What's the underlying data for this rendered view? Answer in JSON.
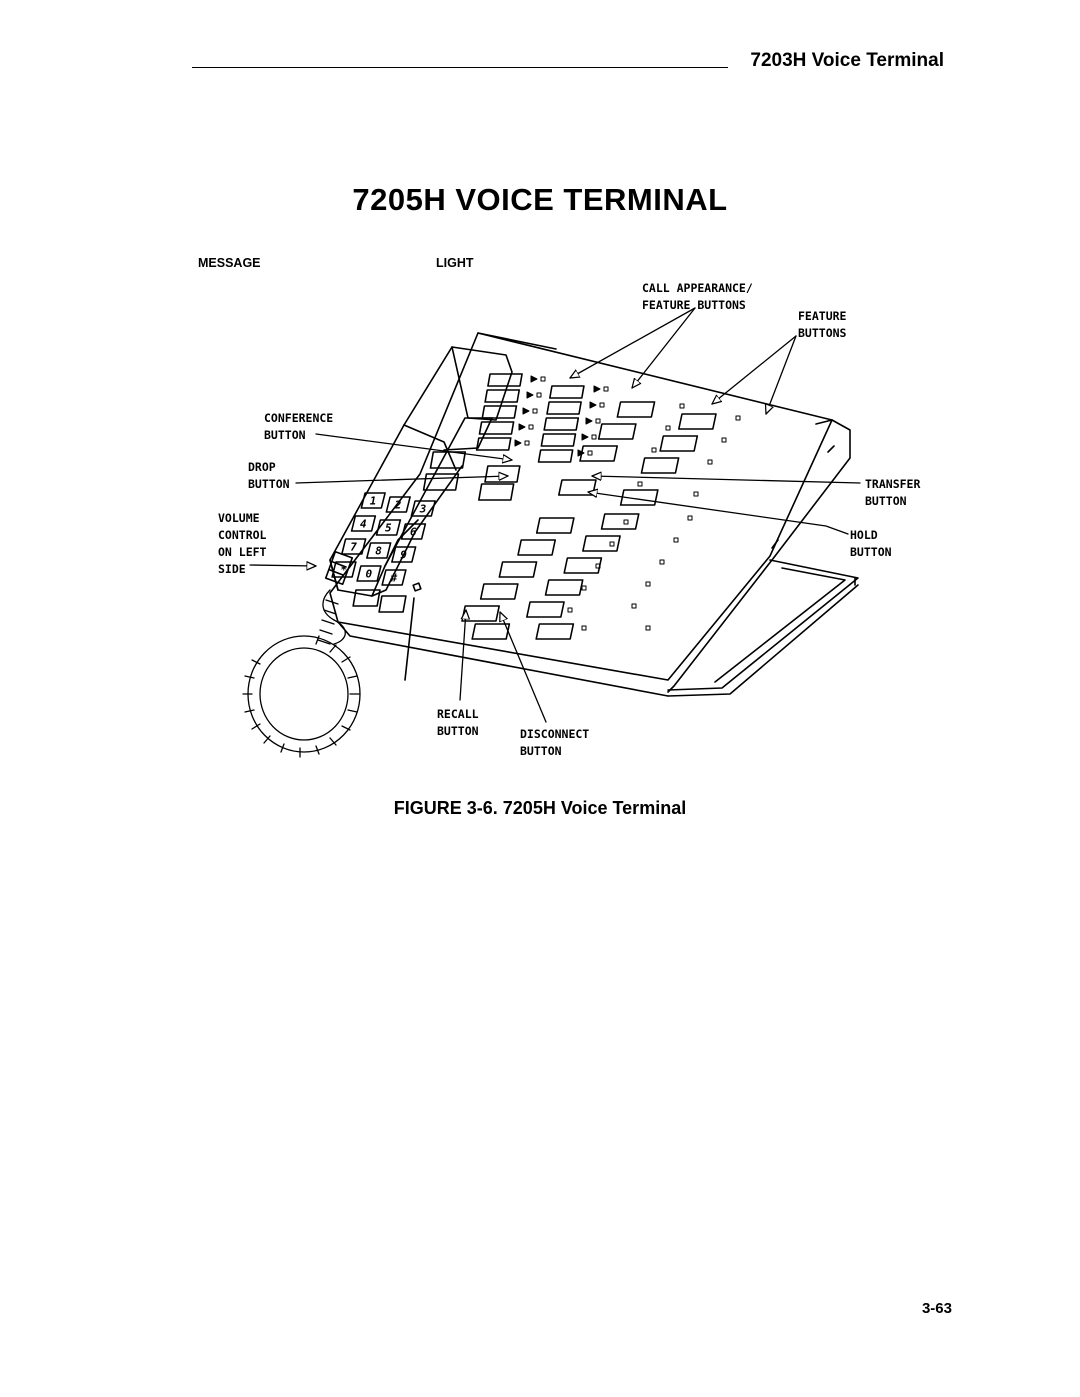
{
  "header": {
    "section_title": "7203H Voice Terminal"
  },
  "page_title": "7205H VOICE TERMINAL",
  "top_labels": {
    "message": "MESSAGE",
    "light": "LIGHT"
  },
  "callouts": {
    "call_appearance_line1": "CALL APPEARANCE/",
    "call_appearance_line2": "FEATURE BUTTONS",
    "feature_line1": "FEATURE",
    "feature_line2": "BUTTONS",
    "conference_line1": "CONFERENCE",
    "conference_line2": "BUTTON",
    "drop_line1": "DROP",
    "drop_line2": "BUTTON",
    "volume_line1": "VOLUME",
    "volume_line2": "CONTROL",
    "volume_line3": "ON LEFT",
    "volume_line4": "SIDE",
    "transfer_line1": "TRANSFER",
    "transfer_line2": "BUTTON",
    "hold_line1": "HOLD",
    "hold_line2": "BUTTON",
    "recall_line1": "RECALL",
    "recall_line2": "BUTTON",
    "disconnect_line1": "DISCONNECT",
    "disconnect_line2": "BUTTON"
  },
  "keypad": [
    "1",
    "2",
    "3",
    "4",
    "5",
    "6",
    "7",
    "8",
    "9",
    "*",
    "0",
    "#"
  ],
  "caption": "FIGURE 3-6.  7205H Voice Terminal",
  "page_number": "3-63"
}
